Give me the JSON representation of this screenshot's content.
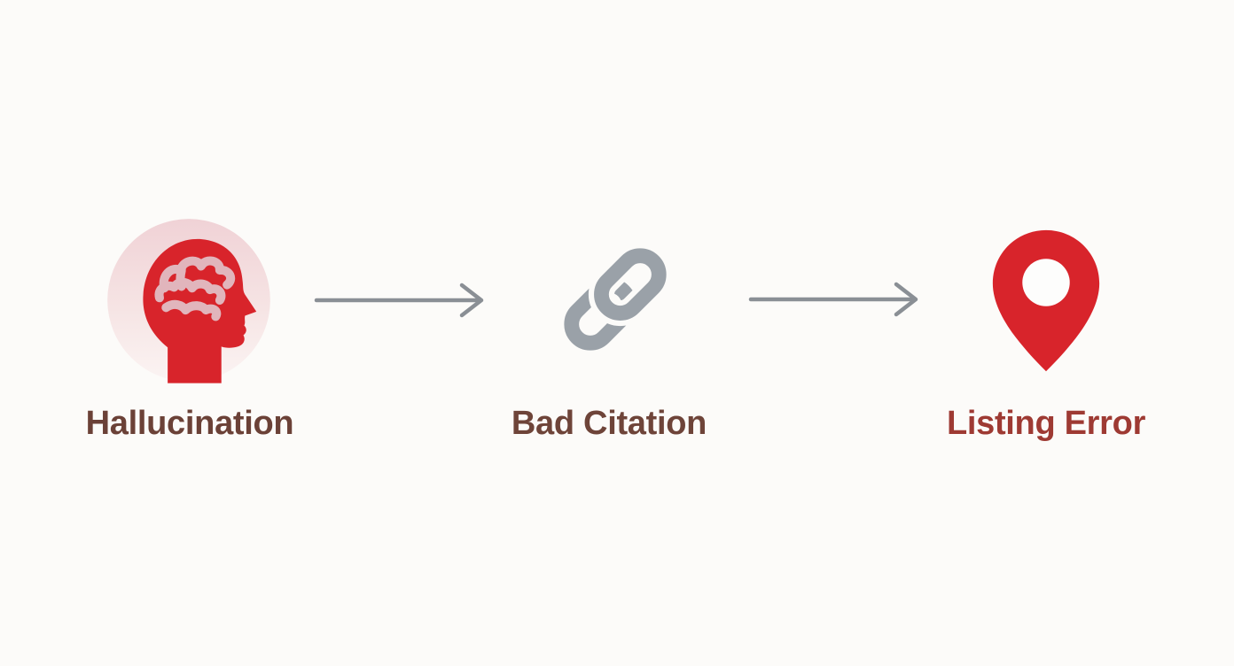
{
  "canvas": {
    "background": "#fcfbf9",
    "type": "flow-diagram"
  },
  "flow": {
    "stages": [
      {
        "id": "hallucination",
        "label": "Hallucination",
        "icon": "head-brain-icon",
        "icon_color": "#d8242b",
        "icon_bg_color": "#f2d6d9",
        "brain_color": "#e1b5bc",
        "label_color": "#6b4137"
      },
      {
        "id": "bad-citation",
        "label": "Bad Citation",
        "icon": "chain-link-icon",
        "icon_color": "#9aa1a8",
        "label_color": "#6e4439"
      },
      {
        "id": "listing-error",
        "label": "Listing Error",
        "icon": "map-pin-icon",
        "icon_color": "#d8242b",
        "icon_hole_color": "#fdfdfc",
        "label_color": "#9e3a33"
      }
    ],
    "arrows": [
      {
        "id": "arrow-1",
        "direction": "right",
        "color": "#8a8f95"
      },
      {
        "id": "arrow-2",
        "direction": "right",
        "color": "#8a8f95"
      }
    ]
  }
}
